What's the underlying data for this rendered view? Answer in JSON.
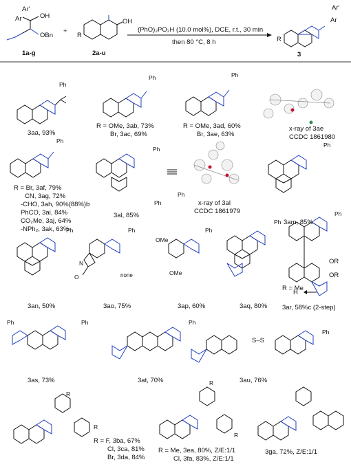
{
  "scheme": {
    "reactant1_subs": [
      "Ar'",
      "Ar",
      "OH",
      "OBn"
    ],
    "reactant1_label": "1a-g",
    "reactant2_subs": [
      "R",
      "OH"
    ],
    "reactant2_label": "2a-u",
    "plus": "+",
    "conditions_top": "(PhO)₂PO₂H (10.0 mol%), DCE, r.t., 30 min",
    "conditions_bottom": "then 80 °C, 8 h",
    "product_subs": [
      "Ar'",
      "Ar",
      "R"
    ],
    "product_label": "3"
  },
  "entries": {
    "aa": {
      "text": "3aa, 93%"
    },
    "ab": {
      "lines": [
        "R = OMe, 3ab, 73%",
        "Br, 3ac, 69%"
      ]
    },
    "ad": {
      "lines": [
        "R = OMe, 3ad, 60%",
        "Br, 3ae, 63%"
      ]
    },
    "xray_ae": {
      "lines": [
        "x-ray of 3ae",
        "CCDC 1861980"
      ]
    },
    "af": {
      "lines": [
        "R = Br, 3af, 79%",
        "CN, 3ag, 72%",
        "-CHO, 3ah, 90%(88%)b",
        "PhCO, 3ai, 84%",
        "CO₂Me, 3aj, 64%",
        "-NPh₂, 3ak, 63%"
      ]
    },
    "al": {
      "text": "3al, 85%"
    },
    "xray_al": {
      "lines": [
        "x-ray of 3al",
        "CCDC 1861979"
      ]
    },
    "am": {
      "text": "3am, 85%"
    },
    "an": {
      "text": "3an, 50%"
    },
    "ao": {
      "text": "3ao, 75%",
      "tag": "none"
    },
    "ap": {
      "text": "3ap, 60%"
    },
    "aq": {
      "text": "3aq, 80%"
    },
    "ar": {
      "lines": [
        "R = Me",
        "H",
        "3ar, 58%c (2-step)"
      ],
      "or": "OR"
    },
    "as": {
      "text": "3as, 73%"
    },
    "at": {
      "text": "3at, 70%"
    },
    "au": {
      "text": "3au, 76%",
      "ss": "S–S"
    },
    "ba": {
      "lines": [
        "R = F, 3ba, 67%",
        "Cl, 3ca, 81%",
        "Br, 3da, 84%"
      ]
    },
    "ea": {
      "lines": [
        "R = Me, 3ea, 80%, Z/E:1/1",
        "Cl, 3fa, 83%, Z/E:1/1"
      ]
    },
    "ga": {
      "text": "3ga, 72%, Z/E:1/1"
    },
    "misc": {
      "Ph": "Ph",
      "R": "R",
      "OMe": "OMe",
      "N": "N",
      "O": "O"
    }
  },
  "colors": {
    "highlight": "#1f3fbf",
    "ink": "#111111"
  }
}
